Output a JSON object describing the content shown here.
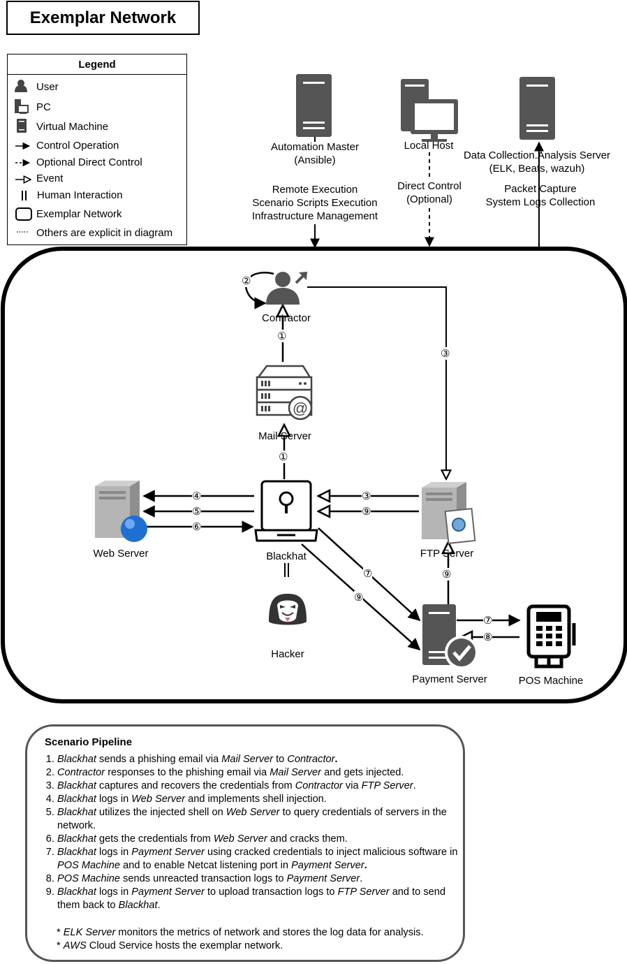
{
  "title": "Exemplar Network",
  "legend": {
    "title": "Legend",
    "items": [
      {
        "icon": "user-icon",
        "label": "User"
      },
      {
        "icon": "pc-icon",
        "label": "PC"
      },
      {
        "icon": "virtual-machine-icon",
        "label": "Virtual Machine"
      },
      {
        "icon": "solid-arrow-icon",
        "label": "Control Operation"
      },
      {
        "icon": "dashed-arrow-icon",
        "label": "Optional Direct Control"
      },
      {
        "icon": "open-arrow-icon",
        "label": "Event"
      },
      {
        "icon": "double-line-icon",
        "label": "Human Interaction"
      },
      {
        "icon": "rounded-rect-icon",
        "label": "Exemplar Network"
      },
      {
        "icon": "dotted-line-icon",
        "label": "Others are explicit in diagram"
      }
    ]
  },
  "external": {
    "automation": {
      "name": "Automation Master",
      "sub": "(Ansible)",
      "edge": [
        "Remote Execution",
        "Scenario Scripts Execution",
        "Infrastructure Management"
      ]
    },
    "local": {
      "name": "Local Host",
      "edge": [
        "Direct Control",
        "(Optional)"
      ]
    },
    "collection": {
      "name": "Data Collection.Analysis Server",
      "sub": "(ELK, Beats, wazuh)",
      "edge": [
        "Packet Capture",
        "System Logs Collection"
      ]
    }
  },
  "nodes": {
    "contractor": "Contractor",
    "mail": "Mail Server",
    "web": "Web Server",
    "blackhat": "Blackhat",
    "ftp": "FTP Server",
    "hacker": "Hacker",
    "payment": "Payment Server",
    "pos": "POS Machine"
  },
  "steps": {
    "s1": "①",
    "s2": "②",
    "s3": "③",
    "s4": "④",
    "s5": "⑤",
    "s6": "⑥",
    "s7": "⑦",
    "s8": "⑧",
    "s9": "⑨"
  },
  "colors": {
    "accent_globe": "#1f6fd1",
    "server_gray": "#555555",
    "frame": "#000000",
    "pipeline_border": "#555555"
  },
  "pipeline": {
    "title": "Scenario Pipeline",
    "steps": [
      [
        {
          "t": "Blackhat",
          "i": true
        },
        {
          "t": " sends a phishing email via "
        },
        {
          "t": "Mail Server",
          "i": true
        },
        {
          "t": " to "
        },
        {
          "t": "Contractor",
          "i": true
        },
        {
          "t": ".",
          "b": true
        }
      ],
      [
        {
          "t": "Contractor",
          "i": true
        },
        {
          "t": " responses to the phishing email via "
        },
        {
          "t": "Mail Server",
          "i": true
        },
        {
          "t": " and gets injected."
        }
      ],
      [
        {
          "t": "Blackhat",
          "i": true
        },
        {
          "t": " captures and recovers the credentials from "
        },
        {
          "t": "Contractor",
          "i": true
        },
        {
          "t": " via "
        },
        {
          "t": "FTP Server",
          "i": true
        },
        {
          "t": "."
        }
      ],
      [
        {
          "t": "Blackhat",
          "i": true
        },
        {
          "t": " logs in "
        },
        {
          "t": "Web Server",
          "i": true
        },
        {
          "t": " and implements shell injection."
        }
      ],
      [
        {
          "t": "Blackhat",
          "i": true
        },
        {
          "t": " utilizes the injected shell on "
        },
        {
          "t": "Web Server",
          "i": true
        },
        {
          "t": " to query credentials of servers in the network."
        }
      ],
      [
        {
          "t": "Blackhat",
          "i": true
        },
        {
          "t": " gets the credentials from "
        },
        {
          "t": "Web Server",
          "i": true
        },
        {
          "t": " and cracks them."
        }
      ],
      [
        {
          "t": "Blackhat",
          "i": true
        },
        {
          "t": " logs in "
        },
        {
          "t": "Payment Server",
          "i": true
        },
        {
          "t": " using cracked credentials to inject malicious software in "
        },
        {
          "t": "POS Machine",
          "i": true
        },
        {
          "t": " and to enable Netcat listening port in "
        },
        {
          "t": "Payment Server",
          "i": true
        },
        {
          "t": ".",
          "b": true
        }
      ],
      [
        {
          "t": "POS Machine",
          "i": true
        },
        {
          "t": " sends unreacted transaction logs to "
        },
        {
          "t": "Payment Server",
          "i": true
        },
        {
          "t": "."
        }
      ],
      [
        {
          "t": "Blackhat",
          "i": true
        },
        {
          "t": " logs in "
        },
        {
          "t": "Payment Server",
          "i": true
        },
        {
          "t": " to upload transaction logs to "
        },
        {
          "t": "FTP Server",
          "i": true
        },
        {
          "t": " and to send them back to "
        },
        {
          "t": "Blackhat",
          "i": true
        },
        {
          "t": "."
        }
      ]
    ],
    "notes": [
      [
        {
          "t": "* "
        },
        {
          "t": "ELK Server",
          "i": true
        },
        {
          "t": " monitors the metrics of network and stores the log data for analysis."
        }
      ],
      [
        {
          "t": "* "
        },
        {
          "t": "AWS",
          "i": true
        },
        {
          "t": " Cloud Service hosts the exemplar network."
        }
      ]
    ]
  }
}
